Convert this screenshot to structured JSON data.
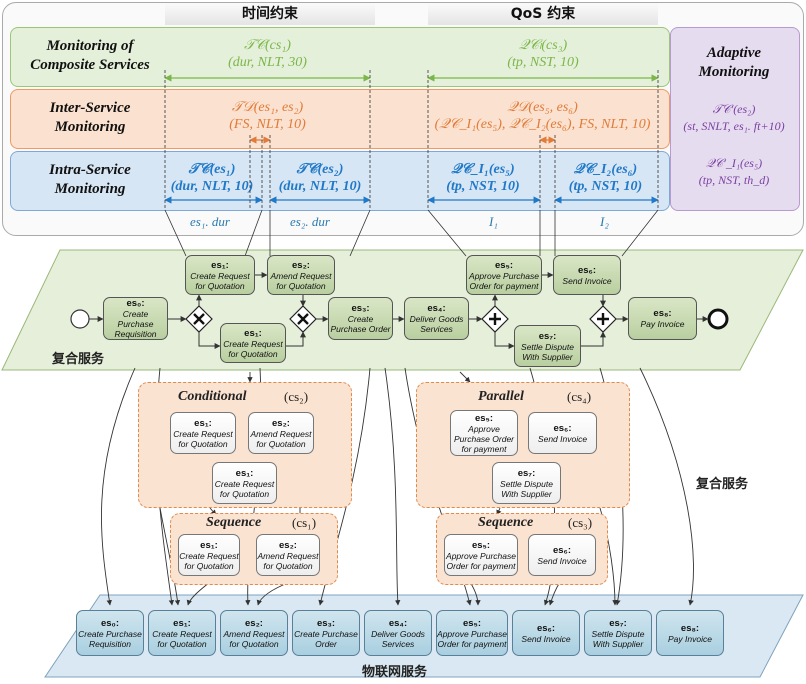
{
  "headers": {
    "time": "时间约束",
    "qos": "QoS 约束"
  },
  "rows": {
    "composite": "Monitoring of Composite Services",
    "inter": "Inter-Service Monitoring",
    "intra": "Intra-Service Monitoring",
    "adaptive": "Adaptive Monitoring"
  },
  "constraints": {
    "tc_cs1": "𝒯𝒞(cs₁)",
    "tc_cs1_args": "(dur, NLT, 30)",
    "qc_cs3": "𝒬𝒞ₗ(cs₃)",
    "qc_cs3_args": "(tp, NST, 10)",
    "td": "𝒯𝒟(es₁, es₂)",
    "td_args": "(FS, NLT, 10)",
    "qd": "𝒬𝒟(es₅, es₆)",
    "qd_args": "(𝒬𝒞_I₁(es₅), 𝒬𝒞_I₂(es₆), FS, NLT, 10)",
    "tc_es1": "𝒯𝒞(es₁)",
    "tc_es1_args": "(dur, NLT, 10)",
    "tc_es2": "𝒯𝒞(es₂)",
    "tc_es2_args": "(dur, NLT, 10)",
    "qc_es5": "𝒬𝒞_I₁(es₅)",
    "qc_es5_args": "(tp, NST, 10)",
    "qc_es6": "𝒬𝒞_I₂(es₆)",
    "qc_es6_args": "(tp, NST, 10)",
    "adapt_tc": "𝒯𝒞′(es₂)",
    "adapt_tc_args": "(st, SNLT, es₁. ft+10)",
    "adapt_qc": "𝒬𝒞′_I₁(es₅)",
    "adapt_qc_args": "(tp, NST, th_d)"
  },
  "axis_labels": {
    "es1dur": "es₁. dur",
    "es2dur": "es₂. dur",
    "i1": "I₁",
    "i2": "I₂"
  },
  "process": {
    "label": "复合服务",
    "es0": {
      "id": "es₀:",
      "name": "Create Purchase Requisition"
    },
    "es1a": {
      "id": "es₁:",
      "name": "Create Request for Quotation"
    },
    "es2": {
      "id": "es₂:",
      "name": "Amend Request for Quotation"
    },
    "es1b": {
      "id": "es₁:",
      "name": "Create Request for Quotation"
    },
    "es3": {
      "id": "es₃:",
      "name": "Create Purchase Order"
    },
    "es4": {
      "id": "es₄:",
      "name": "Deliver Goods Services"
    },
    "es5": {
      "id": "es₅:",
      "name": "Approve Purchase Order for payment"
    },
    "es6": {
      "id": "es₆:",
      "name": "Send Invoice"
    },
    "es7": {
      "id": "es₇:",
      "name": "Settle Dispute With Supplier"
    },
    "es8": {
      "id": "es₈:",
      "name": "Pay Invoice"
    }
  },
  "middle": {
    "label": "复合服务",
    "conditional": {
      "title": "Conditional",
      "cs": "(cs₂)",
      "es1": {
        "id": "es₁:",
        "name": "Create Request for Quotation"
      },
      "es2": {
        "id": "es₂:",
        "name": "Amend Request for Quotation"
      },
      "es1b": {
        "id": "es₁:",
        "name": "Create Request for Quotation"
      }
    },
    "sequence1": {
      "title": "Sequence",
      "cs": "(cs₁)",
      "es1": {
        "id": "es₁:",
        "name": "Create Request for Quotation"
      },
      "es2": {
        "id": "es₂:",
        "name": "Amend Request for Quotation"
      }
    },
    "parallel": {
      "title": "Parallel",
      "cs": "(cs₄)",
      "es5": {
        "id": "es₅:",
        "name": "Approve Purchase Order for payment"
      },
      "es6": {
        "id": "es₆:",
        "name": "Send Invoice"
      },
      "es7": {
        "id": "es₇:",
        "name": "Settle Dispute With Supplier"
      }
    },
    "sequence3": {
      "title": "Sequence",
      "cs": "(cs₃)",
      "es5": {
        "id": "es₅:",
        "name": "Approve Purchase Order for payment"
      },
      "es6": {
        "id": "es₆:",
        "name": "Send Invoice"
      }
    }
  },
  "iot": {
    "label": "物联网服务",
    "services": [
      {
        "id": "es₀:",
        "name": "Create Purchase Requisition"
      },
      {
        "id": "es₁:",
        "name": "Create Request for Quotation"
      },
      {
        "id": "es₂:",
        "name": "Amend Request for Quotation"
      },
      {
        "id": "es₃:",
        "name": "Create Purchase Order"
      },
      {
        "id": "es₄:",
        "name": "Deliver Goods Services"
      },
      {
        "id": "es₅:",
        "name": "Approve Purchase Order for payment"
      },
      {
        "id": "es₆:",
        "name": "Send Invoice"
      },
      {
        "id": "es₇:",
        "name": "Settle Dispute With Supplier"
      },
      {
        "id": "es₈:",
        "name": "Pay Invoice"
      }
    ]
  },
  "colors": {
    "green": "#7ab648",
    "orange": "#e07b39",
    "blue": "#1f78c8",
    "purple": "#7a3fa0"
  }
}
